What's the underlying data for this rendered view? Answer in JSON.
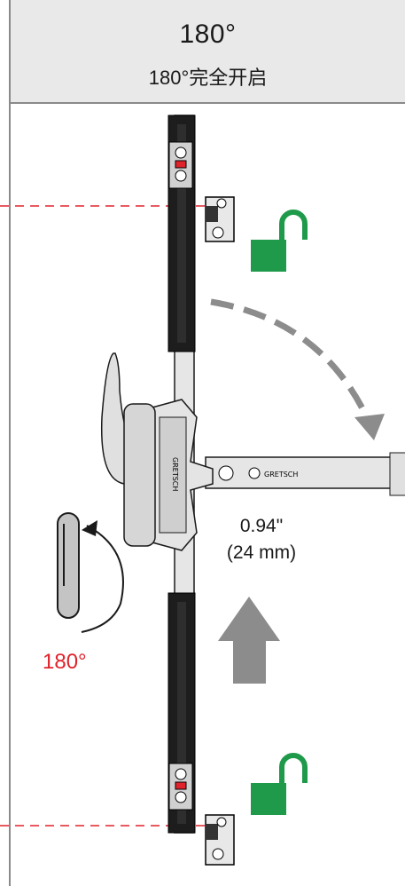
{
  "header": {
    "angle": "180°",
    "subtitle": "180°完全开启"
  },
  "measurement": {
    "inches": "0.94\"",
    "mm": "(24 mm)"
  },
  "rotation_label": "180°",
  "brand_text": "GRETSCH",
  "colors": {
    "lock_green": "#1f9a4a",
    "rotation_red": "#e0232b",
    "reference_line": "#e0232b",
    "arrow_gray": "#8c8c8c",
    "header_bg": "#e9e9e9"
  },
  "icons": [
    "unlocked-padlock-icon",
    "unlocked-padlock-icon",
    "curved-arrow-icon",
    "up-arrow-icon",
    "rotation-arrow-icon"
  ]
}
